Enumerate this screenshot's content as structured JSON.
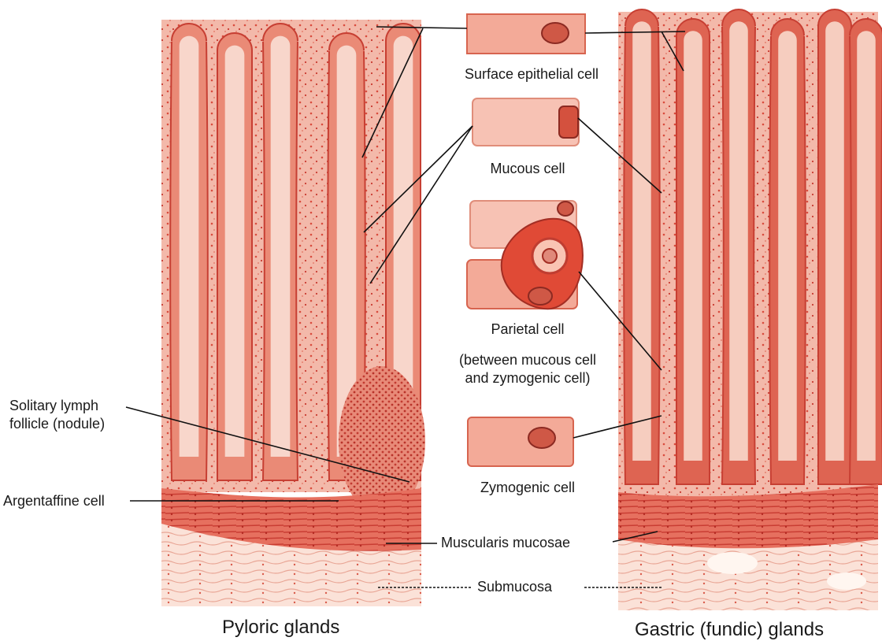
{
  "labels": {
    "surface_epithelial": "Surface epithelial cell",
    "mucous": "Mucous cell",
    "parietal": "Parietal cell",
    "parietal_note_1": "(between mucous cell",
    "parietal_note_2": "and zymogenic cell)",
    "zymogenic": "Zymogenic cell",
    "solitary_1": "Solitary lymph",
    "solitary_2": "follicle (nodule)",
    "argentaffine": "Argentaffine cell",
    "muscularis": "Muscularis mucosae",
    "submucosa": "Submucosa",
    "pyloric": "Pyloric glands",
    "gastric": "Gastric (fundic) glands"
  },
  "colors": {
    "tissue_light": "#f6c6bb",
    "tissue_mid": "#ec8f7c",
    "tissue_dark": "#d8463a",
    "muscularis": "#e0584a",
    "submucosa": "#fbe0d6",
    "leader_line": "#111111"
  }
}
